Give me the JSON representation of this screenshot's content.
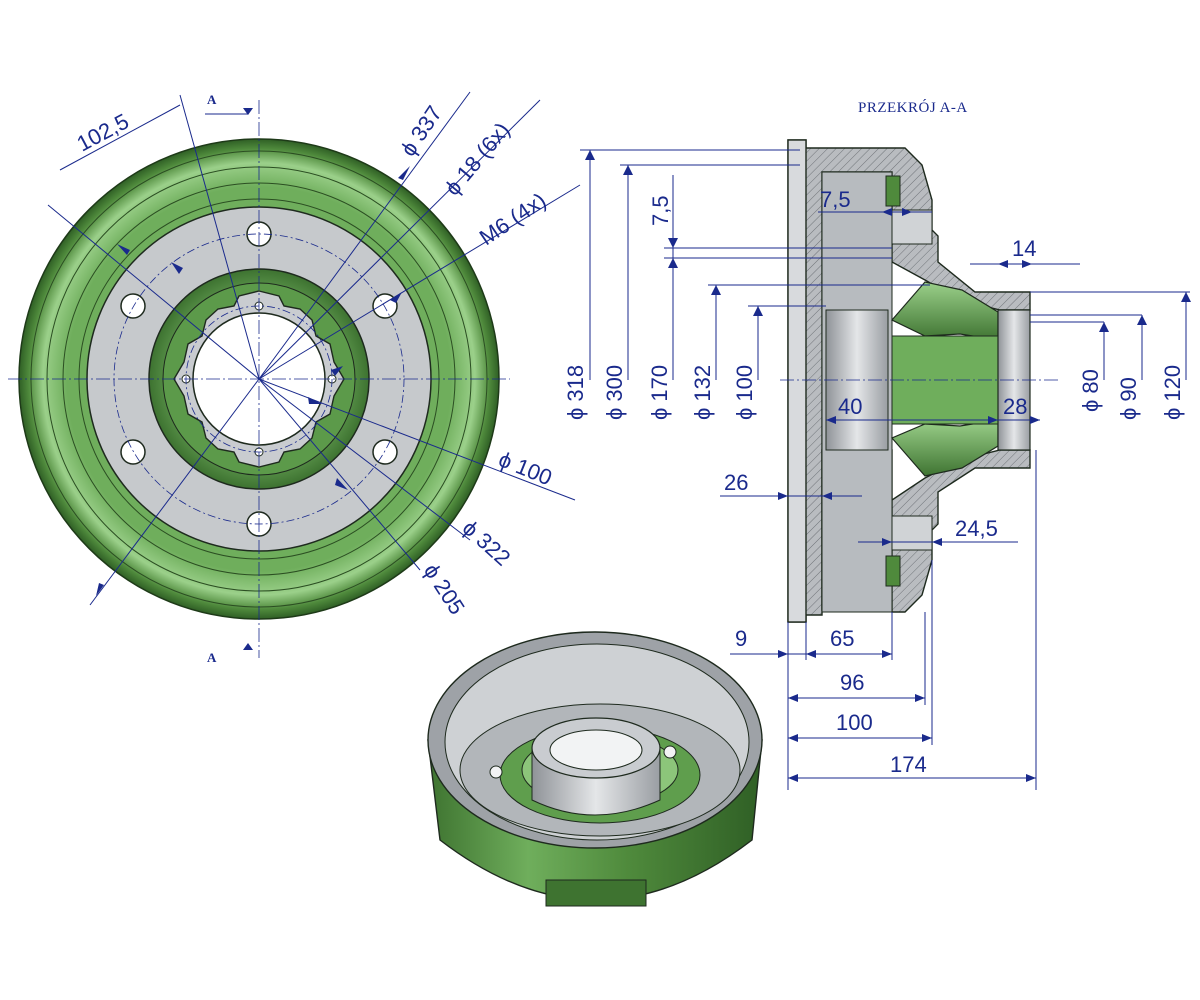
{
  "section_title": "PRZEKRÓJ A-A",
  "section_mark": "A",
  "front_view_labels": {
    "pcd_spacing": "102,5",
    "outer_dia": "ϕ 337",
    "bolt_holes": "ϕ 18  (6x)",
    "threads": "M6  (4x)",
    "center_dia": "ϕ 100",
    "drum_dia": "ϕ 322",
    "bolt_circle": "ϕ 205"
  },
  "section_vertical_dims": [
    "ϕ 318",
    "ϕ 300",
    "ϕ 170",
    "ϕ 132",
    "ϕ 100"
  ],
  "section_hub_dims": [
    "ϕ 80",
    "ϕ 90",
    "ϕ 120"
  ],
  "section_inline_dims": {
    "flange_gap": "7,5",
    "hub_lip": "14",
    "bore_left": "40",
    "bore_right": "28",
    "offset": "26",
    "rim_width": "24,5"
  },
  "section_horizontal_dims": [
    "9",
    "65",
    "96",
    "100",
    "174"
  ],
  "colors": {
    "drum_green": "#4f8a3c",
    "drum_green_light": "#8cc57a",
    "flange_grey": "#c6c9cc",
    "section_grey": "#b9bcc0",
    "dimension_blue": "#1a2a8c"
  }
}
